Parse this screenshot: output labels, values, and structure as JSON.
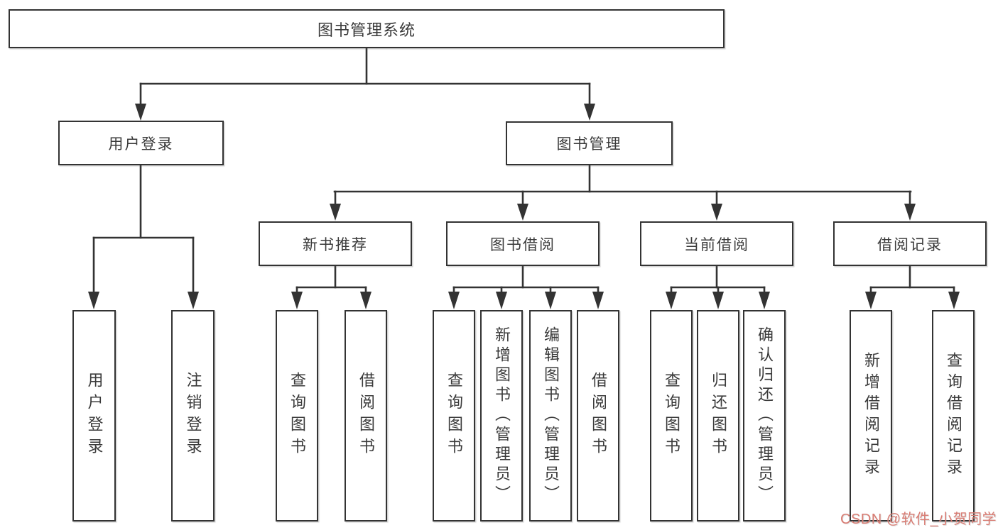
{
  "colors": {
    "line": "#333333",
    "border": "#333333",
    "text": "#3a3a3a",
    "bg": "#ffffff",
    "watermark": "#d97c73"
  },
  "diagram": {
    "root": {
      "label": "图书管理系统"
    },
    "branches": [
      {
        "label": "用户登录",
        "children": [
          {
            "label": "用户登录"
          },
          {
            "label": "注销登录"
          }
        ]
      },
      {
        "label": "图书管理",
        "children": [
          {
            "label": "新书推荐",
            "children": [
              {
                "label": "查询图书"
              },
              {
                "label": "借阅图书"
              }
            ]
          },
          {
            "label": "图书借阅",
            "children": [
              {
                "label": "查询图书"
              },
              {
                "label": "新增图书（管理员）"
              },
              {
                "label": "编辑图书（管理员）"
              },
              {
                "label": "借阅图书"
              }
            ]
          },
          {
            "label": "当前借阅",
            "children": [
              {
                "label": "查询图书"
              },
              {
                "label": "归还图书"
              },
              {
                "label": "确认归还（管理员）"
              }
            ]
          },
          {
            "label": "借阅记录",
            "children": [
              {
                "label": "新增借阅记录"
              },
              {
                "label": "查询借阅记录"
              }
            ]
          }
        ]
      }
    ]
  },
  "watermark": {
    "text": "CSDN @软件_小贺同学"
  }
}
